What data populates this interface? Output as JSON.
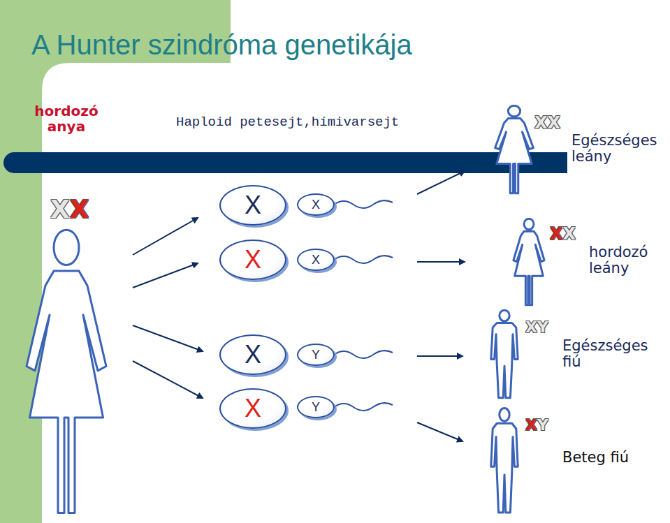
{
  "diagram": {
    "title": "A Hunter szindróma genetikája",
    "nodes": [
      {
        "text": [
          "X"
        ]
      },
      {
        "text": [
          "X"
        ]
      },
      {
        "text": [
          "X"
        ]
      },
      {
        "text": [
          "X"
        ]
      },
      {
        "text": [
          "X"
        ]
      },
      {
        "text": [
          "X"
        ]
      },
      {
        "text": [
          "Y"
        ]
      },
      {
        "text": [
          "Y"
        ]
      }
    ],
    "labels": [
      "hordozó anya",
      "Haploid petesejt,hímivarsejt",
      "XX",
      "XX",
      "Egészséges leány",
      "XX",
      "hordozó leány",
      "XY",
      "Egészséges fiú",
      "XY",
      "Beteg fiú"
    ]
  }
}
